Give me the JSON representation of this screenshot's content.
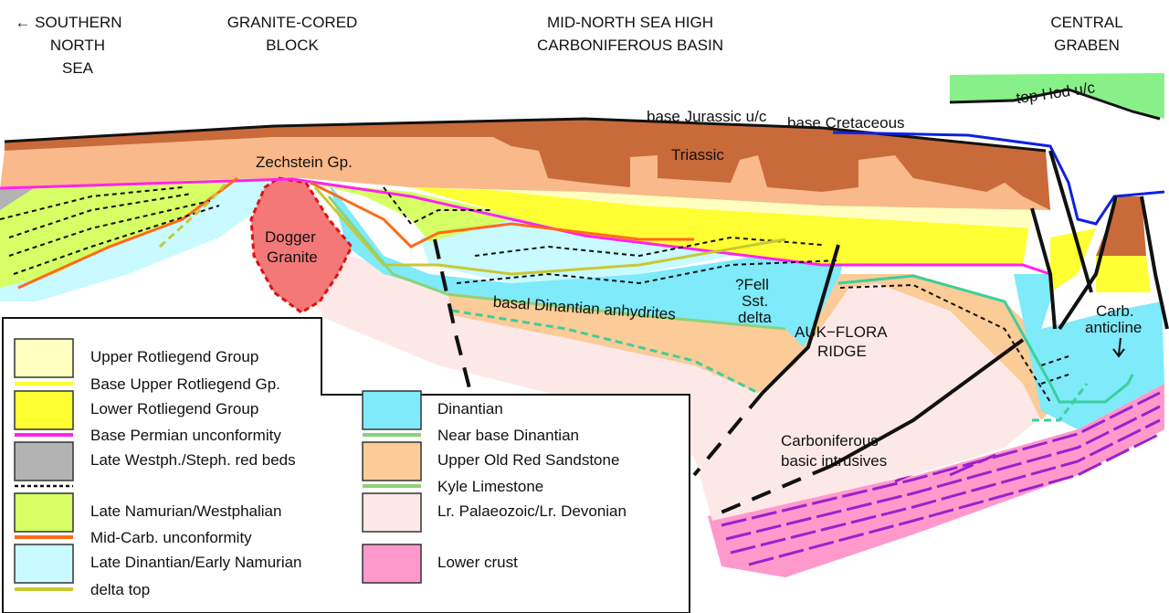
{
  "headers": {
    "southern_north_sea": [
      "← SOUTHERN",
      "NORTH",
      "SEA"
    ],
    "granite_block": [
      "GRANITE-CORED",
      "BLOCK"
    ],
    "mid_north_sea": [
      "MID-NORTH SEA HIGH",
      "CARBONIFEROUS BASIN"
    ],
    "central_graben": [
      "CENTRAL",
      "GRABEN"
    ]
  },
  "labels": {
    "top_hod": "top Hod u/c",
    "base_jurassic": "base Jurassic u/c",
    "base_cretaceous": "base Cretaceous",
    "zechstein": "Zechstein Gp.",
    "triassic": "Triassic",
    "dogger_granite": [
      "Dogger",
      "Granite"
    ],
    "basal_dinantian": "basal Dinantian anhydrites",
    "fell_delta": [
      "?Fell",
      "Sst.",
      "delta"
    ],
    "auk_flora": [
      "AUK−FLORA",
      "RIDGE"
    ],
    "carb_anticline": [
      "Carb.",
      "anticline"
    ],
    "intrusives": [
      "Carboniferous",
      "basic intrusives"
    ]
  },
  "legend": {
    "left": [
      {
        "type": "box",
        "label": "Upper Rotliegend Group",
        "color": "#ffffc0"
      },
      {
        "type": "line",
        "label": "Base Upper Rotliegend Gp.",
        "color": "#ffff33"
      },
      {
        "type": "box",
        "label": "Lower Rotliegend Group",
        "color": "#ffff33"
      },
      {
        "type": "line",
        "label": "Base Permian unconformity",
        "color": "#ff22ee"
      },
      {
        "type": "box",
        "label": "Late Westph./Steph. red beds",
        "color": "#b3b3b3"
      },
      {
        "type": "dotted",
        "label": "",
        "color": "#111111"
      },
      {
        "type": "box",
        "label": "Late Namurian/Westphalian",
        "color": "#d6ff66"
      },
      {
        "type": "line",
        "label": "Mid-Carb. unconformity",
        "color": "#ff6a1a"
      },
      {
        "type": "box",
        "label": "Late Dinantian/Early Namurian",
        "color": "#c8faff"
      },
      {
        "type": "line",
        "label": "delta top",
        "color": "#c8c832"
      }
    ],
    "right": [
      {
        "type": "box",
        "label": "Dinantian",
        "color": "#7eeafa"
      },
      {
        "type": "line",
        "label": "Near base Dinantian",
        "color": "#8cd27a"
      },
      {
        "type": "box",
        "label": "Upper Old Red Sandstone",
        "color": "#fbcb98"
      },
      {
        "type": "line",
        "label": "Kyle Limestone",
        "color": "#8cd27a"
      },
      {
        "type": "box",
        "label": "Lr. Palaeozoic/Lr. Devonian",
        "color": "#fde8e8"
      },
      {
        "type": "box",
        "label": "Lower crust",
        "color": "#ff99cc"
      }
    ]
  },
  "colors": {
    "zechstein": "#f9b98a",
    "triassic": "#c96a3a",
    "granite": "#f47878",
    "hod": "#88f088",
    "cretaceous_line": "#1020dd"
  }
}
